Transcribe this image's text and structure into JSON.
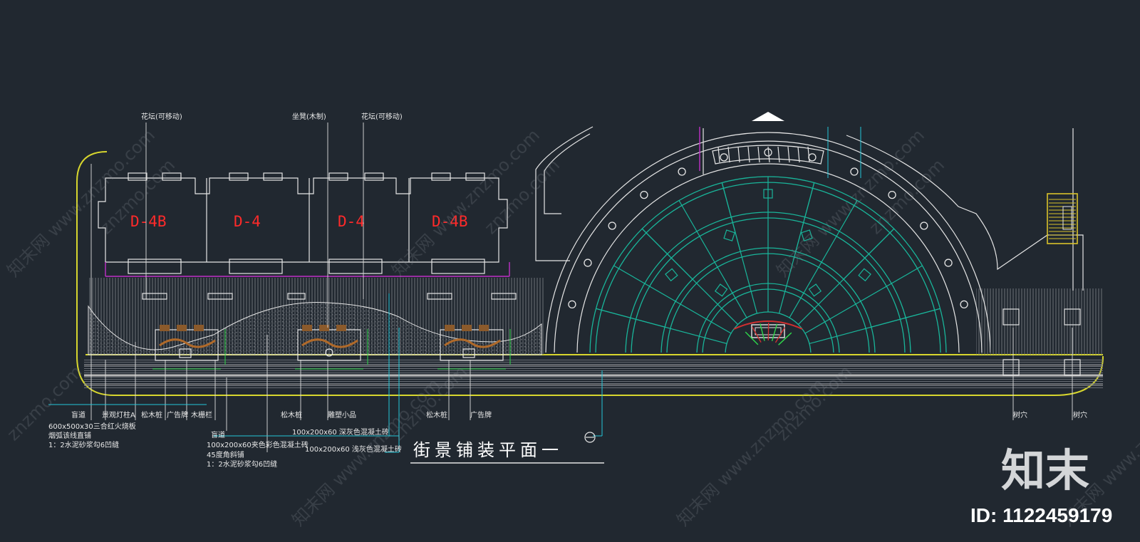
{
  "drawing": {
    "title": "街景铺装平面一",
    "units": [
      "D-4B",
      "D-4",
      "D-4",
      "D-4B"
    ],
    "top_labels": {
      "planter_left": "花坛(可移动)",
      "bench": "坐凳(木制)",
      "planter_right": "花坛(可移动)"
    },
    "bottom_labels": {
      "blind_path": "盲道",
      "lamp_post": "景观灯柱A",
      "pine_post_1": "松木桩",
      "ad_sign_1": "广告牌",
      "wood_fence": "木栅栏",
      "pine_post_2": "松木桩",
      "sculpture": "雕塑小品",
      "pine_post_3": "松木桩",
      "ad_sign_2": "广告牌",
      "tree_pit_1": "树穴",
      "tree_pit_2": "树穴"
    },
    "notes": {
      "left_1": "600x500x30三合红火烧板",
      "left_2": "烟弧该线直铺",
      "left_3": "1：2水泥砂浆勾6凹缝",
      "mid_1": "盲道",
      "mid_2": "100x200x60夹色彩色混凝土砖",
      "mid_3": "45度角斜铺",
      "mid_4": "1：2水泥砂浆勾6凹缝",
      "right_1": "100x200x60 深灰色混凝土砖",
      "right_2": "100x200x60 浅灰色混凝土砖"
    }
  },
  "watermark": {
    "site": "znzmo.com",
    "brand_cn": "知末网 www.znzmo.com",
    "logo": "知末",
    "id_text": "ID: 1122459179"
  }
}
